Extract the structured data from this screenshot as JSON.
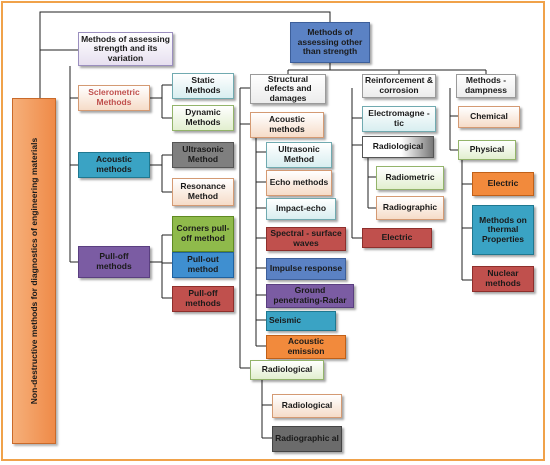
{
  "root": "Non-destructive methods for diagnostics of engineering materials",
  "branch_strength": {
    "title": "Methods of assessing strength and its variation",
    "sclerometric": {
      "label": "Sclerometric Methods",
      "children": [
        "Static Methods",
        "Dynamic Methods"
      ]
    },
    "acoustic": {
      "label": "Acoustic methods",
      "children": [
        "Ultrasonic Method",
        "Resonance Method"
      ]
    },
    "pull_off": {
      "label": "Pull-off methods",
      "children": [
        "Corners pull-off method",
        "Pull-out method",
        "Pull-off methods"
      ]
    }
  },
  "branch_other": {
    "title": "Methods of assessing other than strength",
    "structural": {
      "label": "Structural defects and damages",
      "acoustic": {
        "label": "Acoustic methods",
        "children": [
          "Ultrasonic Method",
          "Echo methods",
          "Impact-echo",
          "Spectral - surface waves",
          "Impulse response",
          "Ground penetrating-Radar",
          "Seismic",
          "Acoustic emission"
        ]
      },
      "radiological": {
        "label": "Radiological",
        "children": [
          "Radiological",
          "Radiographic al"
        ]
      }
    },
    "reinforcement": {
      "label": "Reinforcement & corrosion",
      "children": [
        "Electromagne -tic",
        "Radiological",
        "Electric"
      ],
      "radiological_children": [
        "Radiometric",
        "Radiographic"
      ]
    },
    "dampness": {
      "label": "Methods - dampness",
      "children": [
        "Chemical",
        "Physical"
      ],
      "physical_children": [
        "Electric",
        "Methods on thermal Properties",
        "Nuclear methods"
      ]
    }
  }
}
